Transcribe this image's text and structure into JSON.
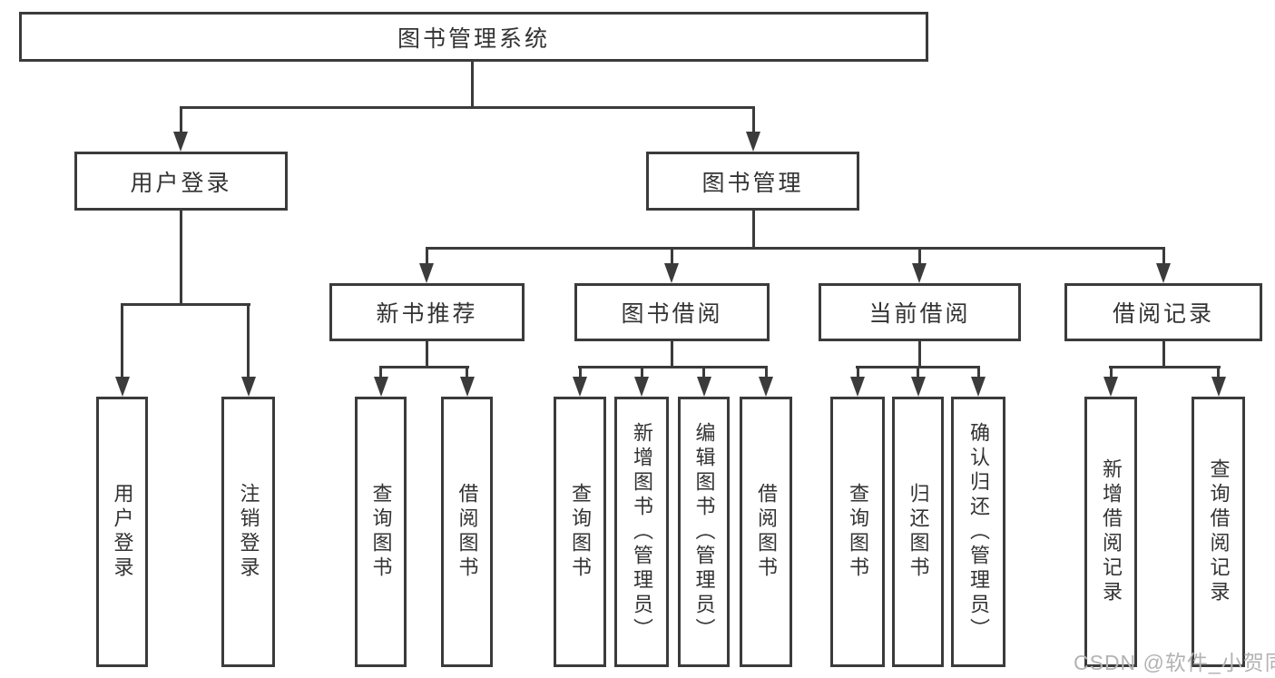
{
  "diagram": {
    "type": "hierarchy-tree",
    "tree": {
      "label": "图书管理系统",
      "children": [
        {
          "label": "用户登录",
          "children": [
            {
              "label": "用户登录"
            },
            {
              "label": "注销登录"
            }
          ]
        },
        {
          "label": "图书管理",
          "children": [
            {
              "label": "新书推荐",
              "children": [
                {
                  "label": "查询图书"
                },
                {
                  "label": "借阅图书"
                }
              ]
            },
            {
              "label": "图书借阅",
              "children": [
                {
                  "label": "查询图书"
                },
                {
                  "label": "新增图书（管理员）"
                },
                {
                  "label": "编辑图书（管理员）"
                },
                {
                  "label": "借阅图书"
                }
              ]
            },
            {
              "label": "当前借阅",
              "children": [
                {
                  "label": "查询图书"
                },
                {
                  "label": "归还图书"
                },
                {
                  "label": "确认归还（管理员）"
                }
              ]
            },
            {
              "label": "借阅记录",
              "children": [
                {
                  "label": "新增借阅记录"
                },
                {
                  "label": "查询借阅记录"
                }
              ]
            }
          ]
        }
      ]
    },
    "watermark": "CSDN @软件_小贺同学",
    "colors": {
      "line": "#3b3b3b",
      "text": "#333333",
      "background": "#ffffff",
      "watermark": "#b3b3b3"
    }
  }
}
